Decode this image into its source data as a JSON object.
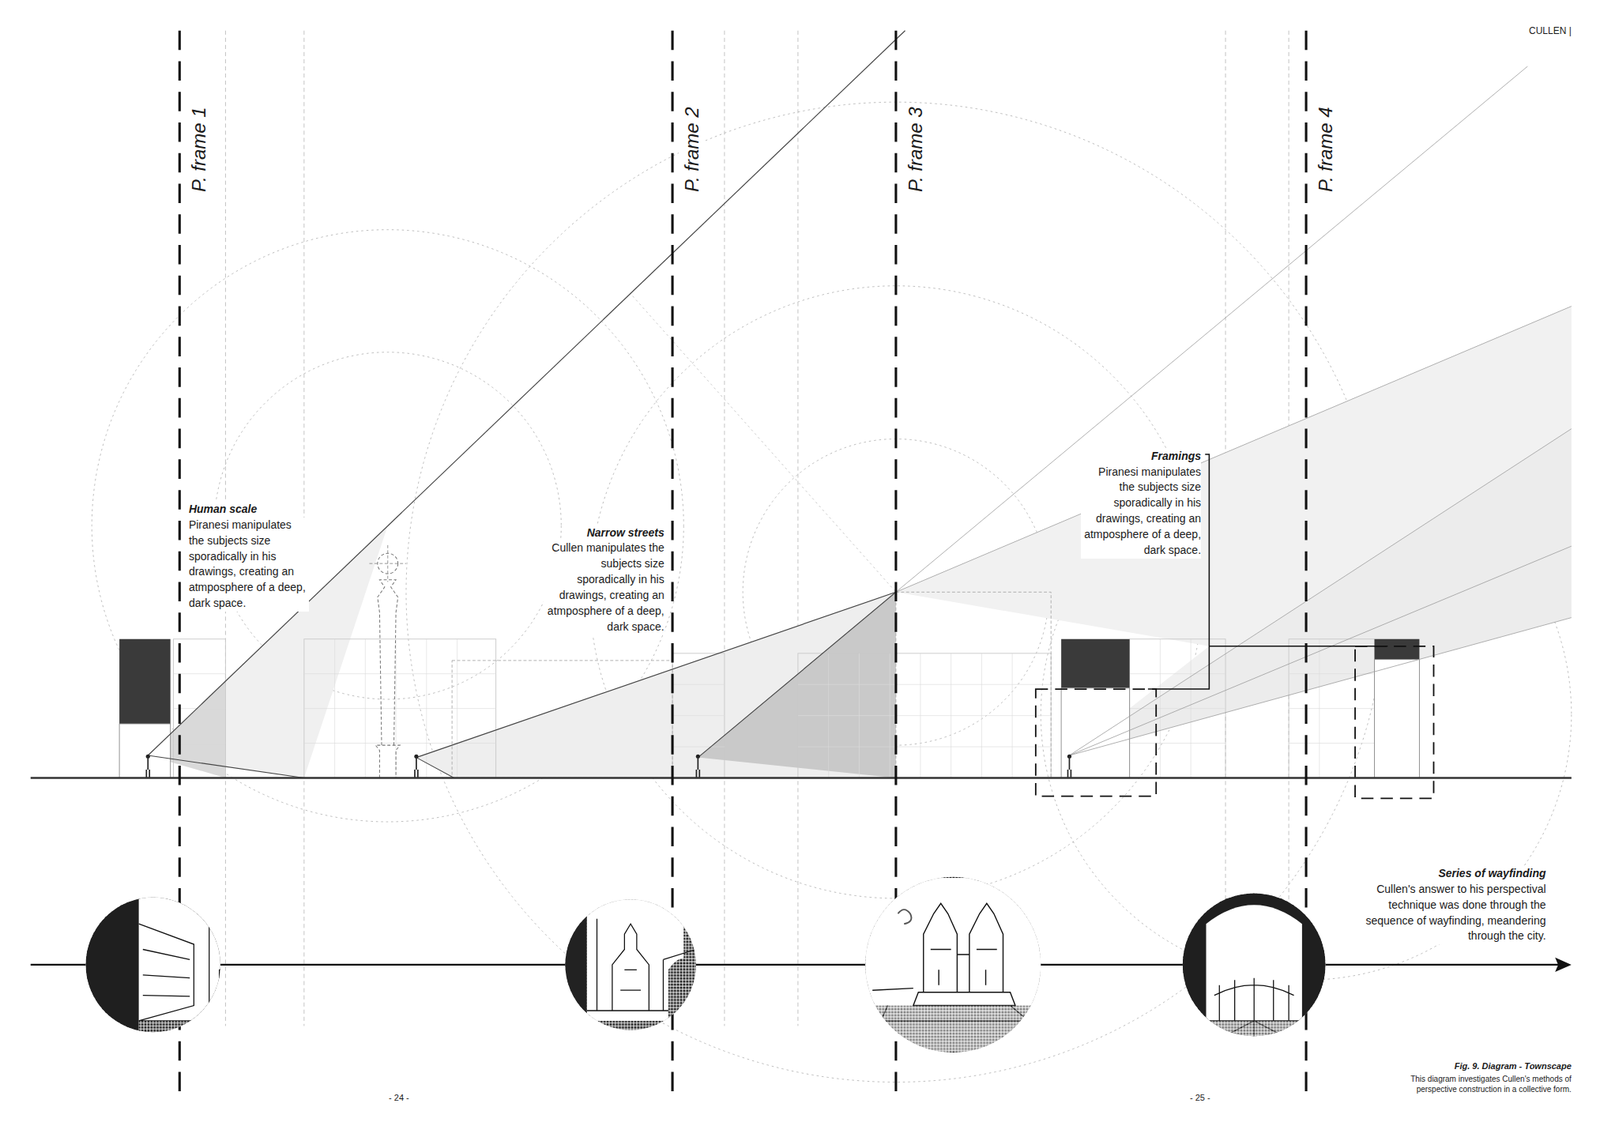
{
  "diagram": {
    "caption": "Fig. 9. Diagram - Townscape",
    "labels": [
      "CULLEN |",
      "P. frame 1",
      "P. frame 2",
      "P. frame 3",
      "P. frame 4",
      "Human scale",
      "Piranesi manipulates the subjects size sporadically in his drawings, creating an atmposphere of a deep, dark space.",
      "Narrow streets",
      "Cullen manipulates the subjects size sporadically in his drawings, creating an atmposphere of a deep, dark space.",
      "Framings",
      "Piranesi manipulates the subjects size sporadically in his drawings, creating an atmposphere of a deep, dark space.",
      "Series of wayfinding",
      "Cullen's answer to his perspectival technique was done through the sequence of wayfinding, meandering through the city.",
      "- 24 -",
      "- 25 -",
      "This diagram investigates Cullen's methods of perspective construction in a collective form."
    ]
  }
}
